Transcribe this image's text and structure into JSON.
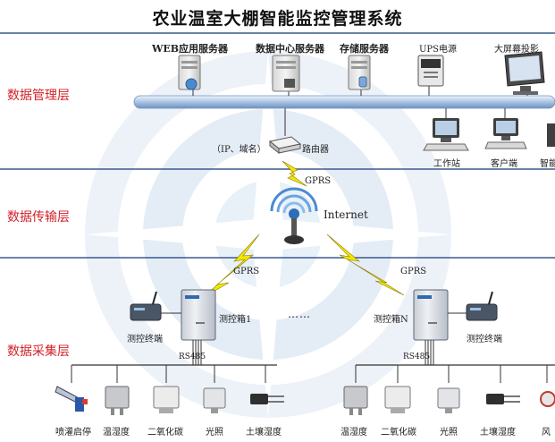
{
  "title": "农业温室大棚智能监控管理系统",
  "layers": {
    "management": "数据管理层",
    "transmission": "数据传输层",
    "collection": "数据采集层"
  },
  "management": {
    "web_server": "WEB应用服务器",
    "data_center": "数据中心服务器",
    "storage": "存储服务器",
    "ups": "UPS电源",
    "big_screen": "大屏幕投影",
    "workstation": "工作站",
    "client": "客户端",
    "smart": "智能",
    "router": "路由器",
    "ip_domain": "（IP、域名）"
  },
  "transmission": {
    "gprs_top": "GPRS",
    "internet": "Internet",
    "gprs_left": "GPRS",
    "gprs_right": "GPRS"
  },
  "collection": {
    "terminal_left": "测控终端",
    "box1": "测控箱1",
    "dots": "……",
    "boxN": "测控箱N",
    "terminal_right": "测控终端",
    "rs485_left": "RS485",
    "rs485_right": "RS485",
    "left_devices": [
      "喷灌启停",
      "温湿度",
      "二氧化碳",
      "光照",
      "土壤湿度"
    ],
    "right_devices": [
      "温湿度",
      "二氧化碳",
      "光照",
      "土壤湿度",
      "风"
    ]
  },
  "colors": {
    "layer_text": "#d2232a",
    "divider": "#3a5a8c",
    "bus": "#8fb0d8",
    "lightning": "#f5e600"
  }
}
